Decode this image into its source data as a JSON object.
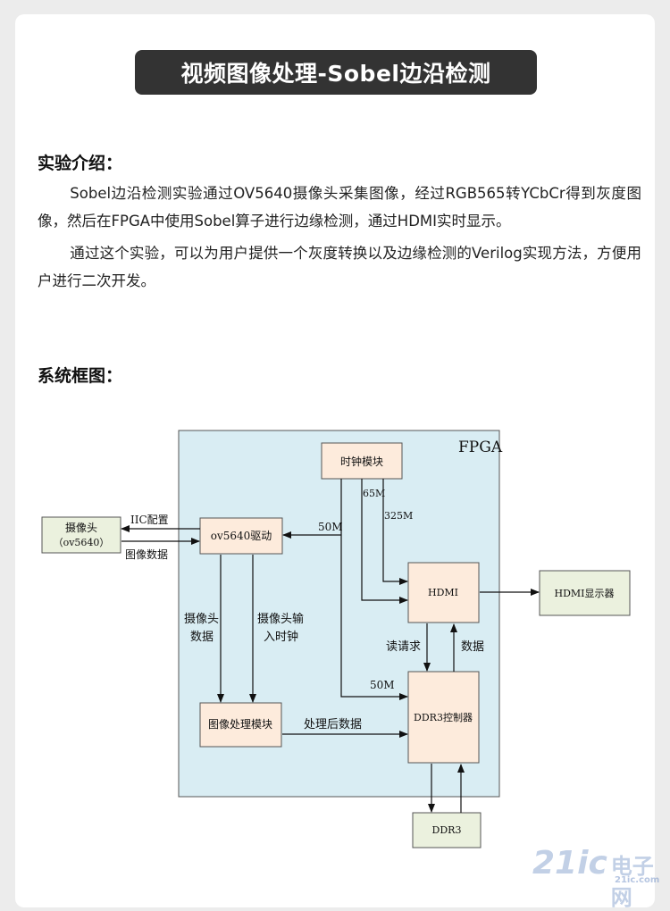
{
  "title": "视频图像处理-Sobel边沿检测",
  "intro": {
    "heading": "实验介绍：",
    "paragraphs": [
      "Sobel边沿检测实验通过OV5640摄像头采集图像，经过RGB565转YCbCr得到灰度图像，然后在FPGA中使用Sobel算子进行边缘检测，通过HDMI实时显示。",
      "通过这个实验，可以为用户提供一个灰度转换以及边缘检测的Verilog实现方法，方便用户进行二次开发。"
    ]
  },
  "system": {
    "heading": "系统框图："
  },
  "diagram": {
    "fpga_label": "FPGA",
    "camera_line1": "摄像头",
    "camera_line2": "（ov5640）",
    "clock_module": "时钟模块",
    "ov_driver": "ov5640驱动",
    "hdmi": "HDMI",
    "hdmi_display": "HDMI显示器",
    "image_proc": "图像处理模块",
    "ddr3_ctrl": "DDR3控制器",
    "ddr3": "DDR3",
    "iic_config": "IIC配置",
    "image_data": "图像数据",
    "freq_50m_a": "50M",
    "freq_65m": "65M",
    "freq_325m": "325M",
    "freq_50m_b": "50M",
    "cam_data_1": "摄像头",
    "cam_data_2": "数据",
    "cam_clk_1": "摄像头输",
    "cam_clk_2": "入时钟",
    "read_req": "读请求",
    "data": "数据",
    "processed_data": "处理后数据",
    "colors": {
      "fpga_bg": "#d9edf3",
      "module_fill": "#fdebdc",
      "external_fill": "#ebf1de"
    }
  },
  "watermark": {
    "number": "21ic",
    "cn": "电子网",
    "domain": "21ic.com"
  }
}
